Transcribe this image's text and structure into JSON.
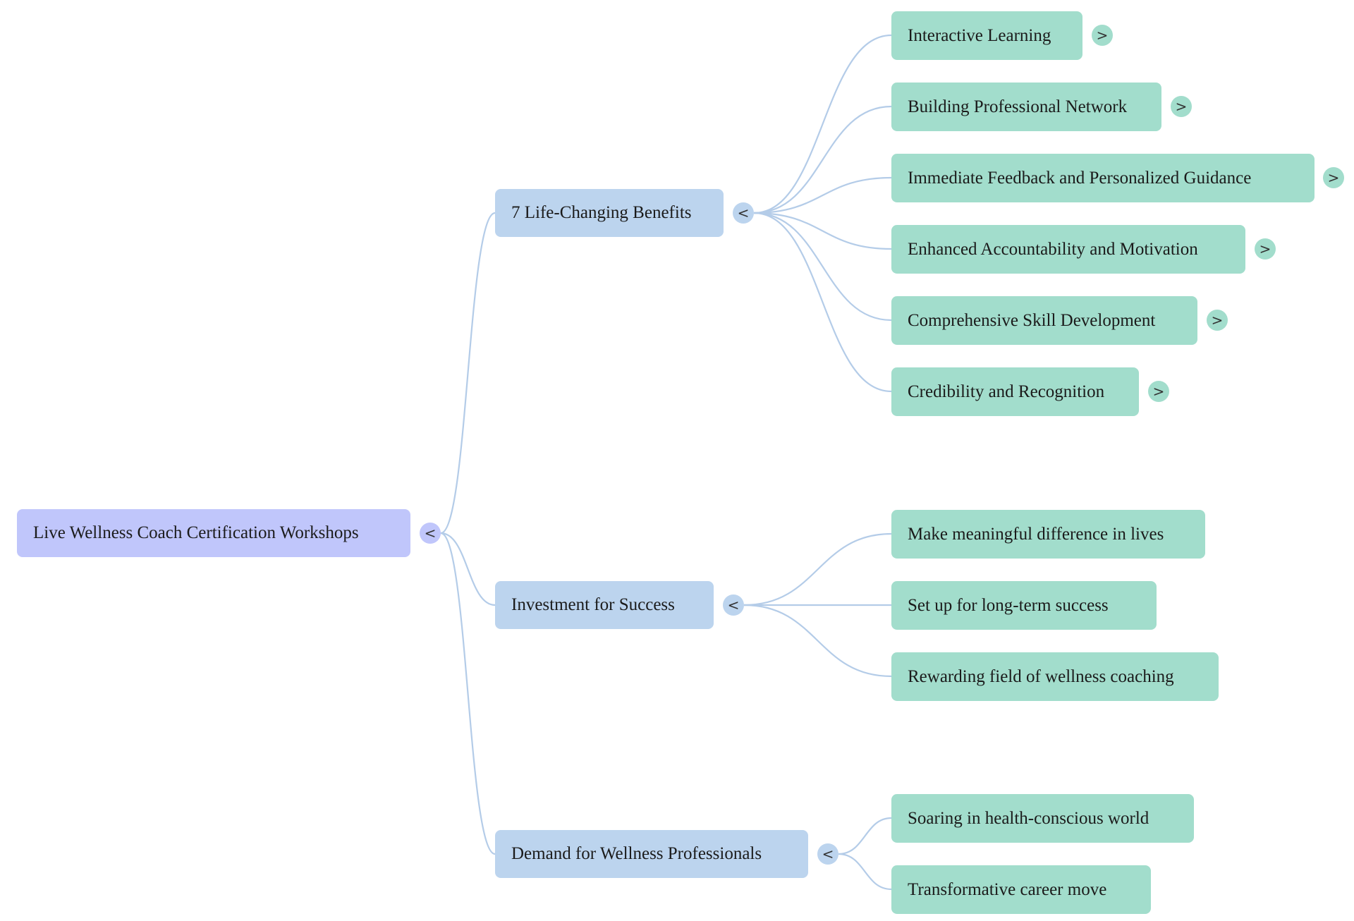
{
  "root": {
    "label": "Live Wellness Coach Certification Workshops",
    "toggle": "<"
  },
  "branches": [
    {
      "label": "7 Life-Changing Benefits",
      "toggle": "<",
      "children": [
        {
          "label": "Interactive Learning",
          "toggle": ">"
        },
        {
          "label": "Building Professional Network",
          "toggle": ">"
        },
        {
          "label": "Immediate Feedback and Personalized Guidance",
          "toggle": ">"
        },
        {
          "label": "Enhanced Accountability and Motivation",
          "toggle": ">"
        },
        {
          "label": "Comprehensive Skill Development",
          "toggle": ">"
        },
        {
          "label": "Credibility and Recognition",
          "toggle": ">"
        }
      ]
    },
    {
      "label": "Investment for Success",
      "toggle": "<",
      "children": [
        {
          "label": "Make meaningful difference in lives"
        },
        {
          "label": "Set up for long-term success"
        },
        {
          "label": "Rewarding field of wellness coaching"
        }
      ]
    },
    {
      "label": "Demand for Wellness Professionals",
      "toggle": "<",
      "children": [
        {
          "label": "Soaring in health-conscious world"
        },
        {
          "label": "Transformative career move"
        }
      ]
    }
  ],
  "colors": {
    "root": "#c0c6fb",
    "branch": "#bcd4ee",
    "leaf": "#a2ddcc",
    "link": "#b4cce8"
  }
}
